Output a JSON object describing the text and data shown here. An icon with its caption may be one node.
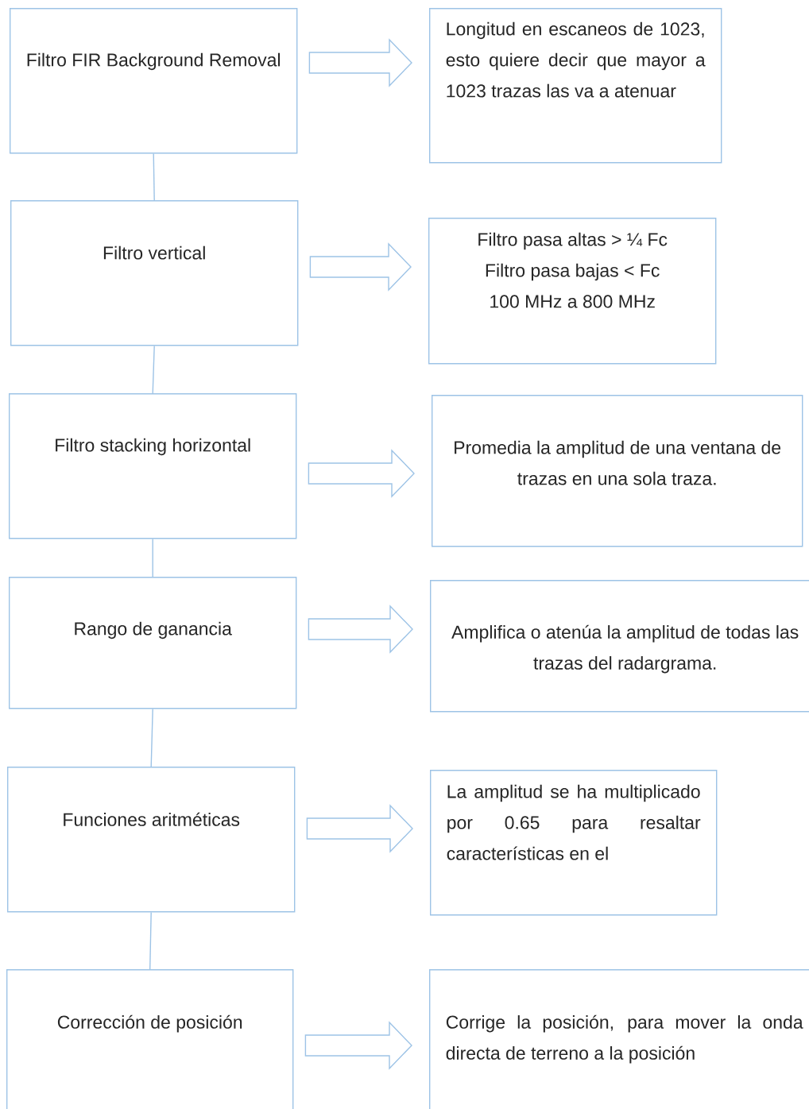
{
  "diagram": {
    "nodes": [
      {
        "text": [
          "Filtro FIR Background Removal"
        ]
      },
      {
        "text": [
          "Longitud en escaneos de 1023, esto quiere decir que mayor a 1023 trazas las va a atenuar"
        ]
      },
      {
        "text": [
          "Filtro vertical"
        ]
      },
      {
        "text": [
          "Filtro pasa altas > ¼ Fc",
          "Filtro pasa bajas < Fc",
          "100 MHz a 800 MHz"
        ]
      },
      {
        "text": [
          "Filtro stacking horizontal"
        ]
      },
      {
        "text": [
          "Promedia la amplitud de una ventana de trazas en una sola traza."
        ]
      },
      {
        "text": [
          "Rango de ganancia"
        ]
      },
      {
        "text": [
          "Amplifica o atenúa la amplitud de todas las trazas del radargrama."
        ]
      },
      {
        "text": [
          "Funciones aritméticas"
        ]
      },
      {
        "text": [
          "La amplitud se ha multiplicado por 0.65 para resaltar características en el"
        ]
      },
      {
        "text": [
          "Corrección de posición"
        ]
      },
      {
        "text": [
          "Corrige la posición, para mover la onda directa de terreno a la posición"
        ]
      }
    ],
    "edges": [
      {
        "from": 0,
        "to": 1,
        "arrow": "to"
      },
      {
        "from": 0,
        "to": 2,
        "arrow": "none"
      },
      {
        "from": 2,
        "to": 3,
        "arrow": "to"
      },
      {
        "from": 2,
        "to": 4,
        "arrow": "none"
      },
      {
        "from": 4,
        "to": 5,
        "arrow": "to"
      },
      {
        "from": 4,
        "to": 6,
        "arrow": "none"
      },
      {
        "from": 6,
        "to": 7,
        "arrow": "to"
      },
      {
        "from": 6,
        "to": 8,
        "arrow": "none"
      },
      {
        "from": 8,
        "to": 9,
        "arrow": "to"
      },
      {
        "from": 8,
        "to": 10,
        "arrow": "none"
      },
      {
        "from": 10,
        "to": 11,
        "arrow": "to"
      }
    ]
  }
}
